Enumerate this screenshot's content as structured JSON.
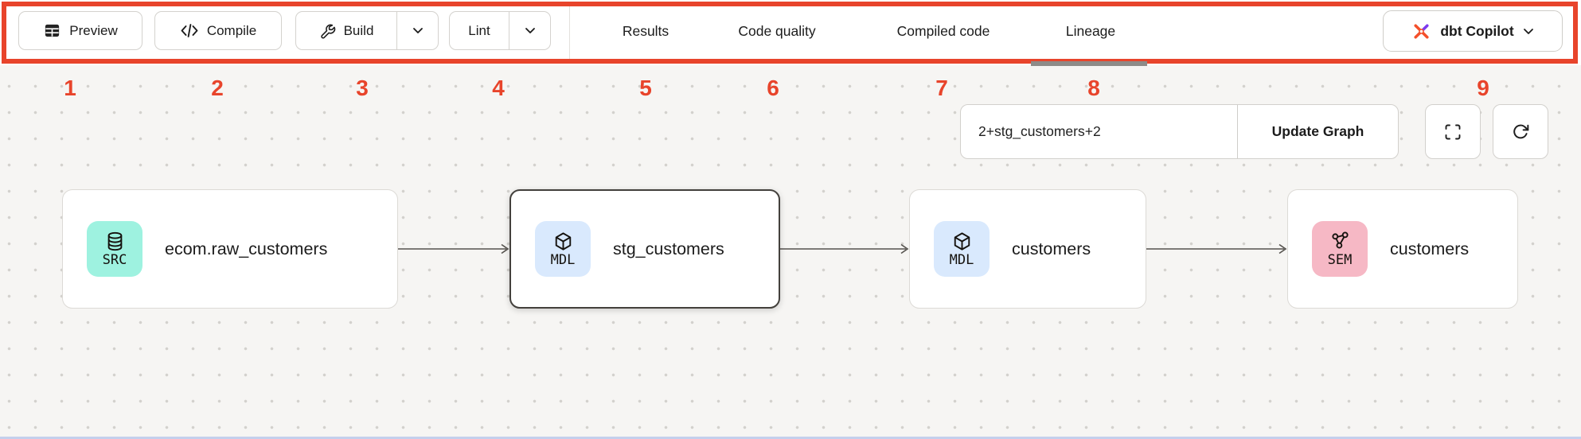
{
  "annotation": {
    "color": "#e8442b",
    "numbers": [
      "1",
      "2",
      "3",
      "4",
      "5",
      "6",
      "7",
      "8",
      "9"
    ]
  },
  "toolbar": {
    "preview_label": "Preview",
    "compile_label": "Compile",
    "build_label": "Build",
    "lint_label": "Lint",
    "tabs": [
      {
        "label": "Results",
        "active": false
      },
      {
        "label": "Code quality",
        "active": false
      },
      {
        "label": "Compiled code",
        "active": false
      },
      {
        "label": "Lineage",
        "active": true
      }
    ],
    "copilot_label": "dbt Copilot",
    "icons": [
      "table-icon",
      "code-icon",
      "wrench-icon",
      "chevron-down-icon",
      "dbt-copilot-logo"
    ]
  },
  "graph_controls": {
    "selector_value": "2+stg_customers+2",
    "update_button_label": "Update Graph",
    "icons": [
      "fullscreen-icon",
      "refresh-icon"
    ]
  },
  "lineage": {
    "nodes": [
      {
        "type": "SRC",
        "title": "ecom.raw_customers",
        "icon": "database-icon",
        "badge_color": "#9ef2e0",
        "selected": false
      },
      {
        "type": "MDL",
        "title": "stg_customers",
        "icon": "cube-icon",
        "badge_color": "#d9e9fd",
        "selected": true
      },
      {
        "type": "MDL",
        "title": "customers",
        "icon": "cube-icon",
        "badge_color": "#d9e9fd",
        "selected": false
      },
      {
        "type": "SEM",
        "title": "customers",
        "icon": "network-icon",
        "badge_color": "#f6b8c5",
        "selected": false
      }
    ],
    "edges": [
      {
        "from": "ecom.raw_customers",
        "to": "stg_customers"
      },
      {
        "from": "stg_customers",
        "to": "customers (MDL)"
      },
      {
        "from": "customers (MDL)",
        "to": "customers (SEM)"
      }
    ],
    "edge_color": "#55524e"
  }
}
